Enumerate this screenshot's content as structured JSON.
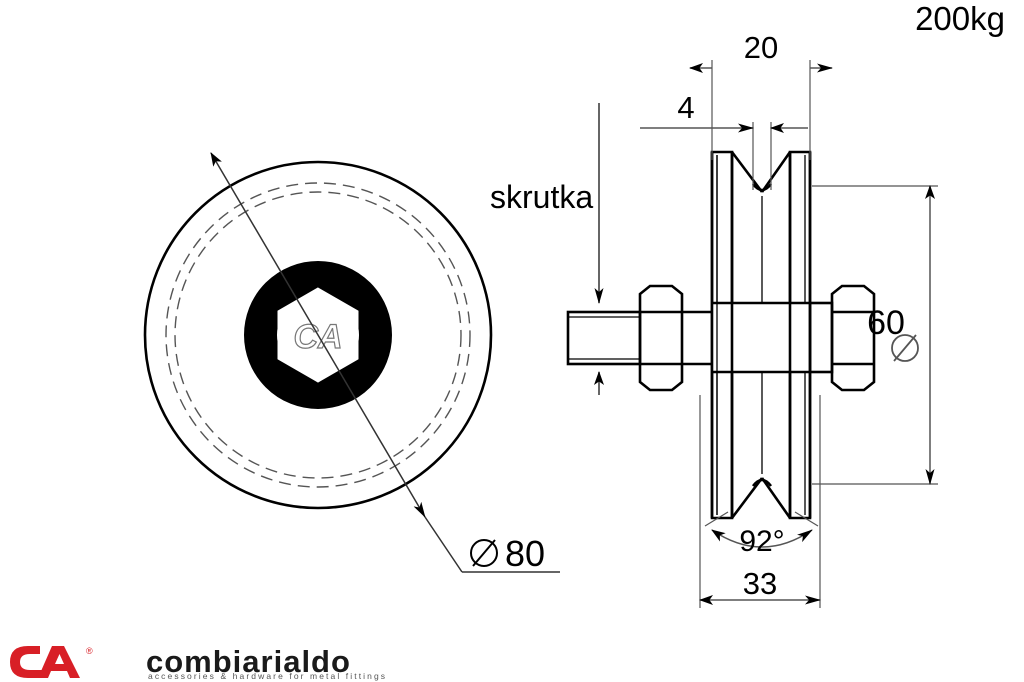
{
  "drawing": {
    "title_label": "200kg",
    "part_note": "skrutka",
    "front_view": {
      "diameter_label": "⌀ 80",
      "diameter_symbol": "⌀",
      "diameter_value": "80",
      "hub_logo_text": "CA"
    },
    "side_view": {
      "width_overall_label": "20",
      "groove_width_label": "4",
      "groove_angle_label": "92°",
      "flange_width_label": "33",
      "outer_diameter_label": "60",
      "outer_diameter_symbol": "⌀",
      "outer_diameter_value": "60"
    },
    "icons": {
      "diameter": "diameter-symbol-icon",
      "arrow": "dimension-arrow-icon"
    },
    "colors": {
      "line": "#000000",
      "dimension": "#555555",
      "brand_red": "#d81f26",
      "brand_dark": "#1a1a1a",
      "background": "#ffffff"
    }
  },
  "footer": {
    "logo_mark": "CA",
    "logo_wordmark": "combiarialdo",
    "logo_tagline": "accessories & hardware for metal fittings",
    "registered_mark": "®"
  }
}
